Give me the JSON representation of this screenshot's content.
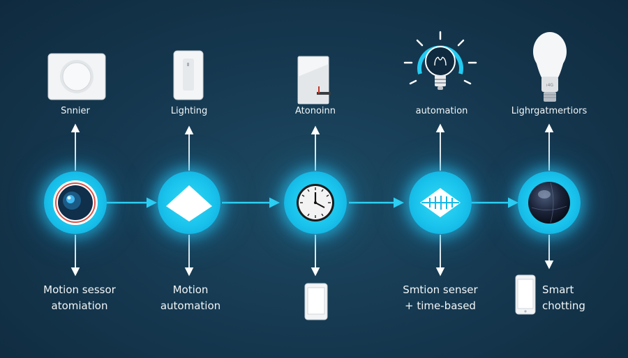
{
  "top_labels": [
    "Snnier",
    "Lighting",
    "Atonoinn",
    "automation",
    "Lighrgatmertiors"
  ],
  "bottom_labels": [
    {
      "line1": "Motion sessor",
      "line2": "atomiation"
    },
    {
      "line1": "Motion",
      "line2": "automation"
    },
    {
      "line1": "",
      "line2": ""
    },
    {
      "line1": "Smtion senser",
      "line2": "+ time-based"
    },
    {
      "line1": "Smart",
      "line2": "chotting"
    }
  ],
  "nodes": [
    {
      "icon": "camera-lens-icon"
    },
    {
      "icon": "diamond-icon"
    },
    {
      "icon": "clock-icon"
    },
    {
      "icon": "waveform-icon"
    },
    {
      "icon": "sphere-icon"
    }
  ],
  "devices_top": [
    "motion-sensor-device",
    "light-switch-device",
    "door-sensor-device",
    "glowing-bulb-icon",
    "smart-bulb-device"
  ],
  "devices_bottom": [
    "",
    "",
    "tablet-device",
    "",
    "smartphone-device"
  ],
  "colors": {
    "accent": "#1ec4ee",
    "line": "#ffffff",
    "background": "#163a52"
  }
}
